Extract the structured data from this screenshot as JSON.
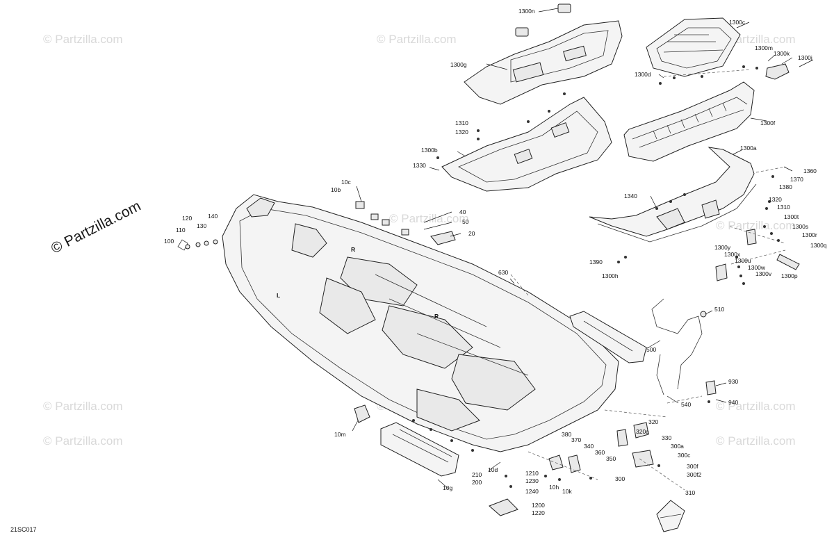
{
  "watermark": "© Partzilla.com",
  "brand_watermark": "© Partzilla.com",
  "drawing_code": "21SC017",
  "colors": {
    "line": "#222222",
    "fill": "#f4f4f4",
    "watermark": "#d9d9d9",
    "text": "#111111"
  },
  "callouts": [
    {
      "id": "1300n",
      "label": "1300n"
    },
    {
      "id": "1300c",
      "label": "1300c"
    },
    {
      "id": "1300g",
      "label": "1300g"
    },
    {
      "id": "1300m",
      "label": "1300m"
    },
    {
      "id": "1300k",
      "label": "1300k"
    },
    {
      "id": "1300j",
      "label": "1300j"
    },
    {
      "id": "1300d",
      "label": "1300d"
    },
    {
      "id": "1300f",
      "label": "1300f"
    },
    {
      "id": "1310a",
      "label": "1310"
    },
    {
      "id": "1320a",
      "label": "1320"
    },
    {
      "id": "1300b",
      "label": "1300b"
    },
    {
      "id": "1330",
      "label": "1330"
    },
    {
      "id": "1300a",
      "label": "1300a"
    },
    {
      "id": "1360",
      "label": "1360"
    },
    {
      "id": "1370",
      "label": "1370"
    },
    {
      "id": "1380",
      "label": "1380"
    },
    {
      "id": "1340",
      "label": "1340"
    },
    {
      "id": "1320b",
      "label": "1320"
    },
    {
      "id": "1310b",
      "label": "1310"
    },
    {
      "id": "1300t",
      "label": "1300t"
    },
    {
      "id": "1300s",
      "label": "1300s"
    },
    {
      "id": "1300r",
      "label": "1300r"
    },
    {
      "id": "1300q",
      "label": "1300q"
    },
    {
      "id": "1300y",
      "label": "1300y"
    },
    {
      "id": "1300x",
      "label": "1300x"
    },
    {
      "id": "1300u",
      "label": "1300u"
    },
    {
      "id": "1300w",
      "label": "1300w"
    },
    {
      "id": "1300v",
      "label": "1300v"
    },
    {
      "id": "1300p",
      "label": "1300p"
    },
    {
      "id": "1390",
      "label": "1390"
    },
    {
      "id": "1300h",
      "label": "1300h"
    },
    {
      "id": "10c",
      "label": "10c"
    },
    {
      "id": "10b",
      "label": "10b"
    },
    {
      "id": "40",
      "label": "40"
    },
    {
      "id": "50",
      "label": "50"
    },
    {
      "id": "20",
      "label": "20"
    },
    {
      "id": "120",
      "label": "120"
    },
    {
      "id": "140",
      "label": "140"
    },
    {
      "id": "130",
      "label": "130"
    },
    {
      "id": "110",
      "label": "110"
    },
    {
      "id": "100",
      "label": "100"
    },
    {
      "id": "630",
      "label": "630"
    },
    {
      "id": "510",
      "label": "510"
    },
    {
      "id": "500",
      "label": "500"
    },
    {
      "id": "540",
      "label": "540"
    },
    {
      "id": "930",
      "label": "930"
    },
    {
      "id": "940",
      "label": "940"
    },
    {
      "id": "320",
      "label": "320"
    },
    {
      "id": "320a",
      "label": "320a"
    },
    {
      "id": "330",
      "label": "330"
    },
    {
      "id": "300a",
      "label": "300a"
    },
    {
      "id": "300c",
      "label": "300c"
    },
    {
      "id": "300f",
      "label": "300f"
    },
    {
      "id": "300f2",
      "label": "300f2"
    },
    {
      "id": "300",
      "label": "300"
    },
    {
      "id": "310",
      "label": "310"
    },
    {
      "id": "380",
      "label": "380"
    },
    {
      "id": "370",
      "label": "370"
    },
    {
      "id": "340",
      "label": "340"
    },
    {
      "id": "360",
      "label": "360"
    },
    {
      "id": "350",
      "label": "350"
    },
    {
      "id": "10m",
      "label": "10m"
    },
    {
      "id": "210",
      "label": "210"
    },
    {
      "id": "200",
      "label": "200"
    },
    {
      "id": "10d",
      "label": "10d"
    },
    {
      "id": "1210",
      "label": "1210"
    },
    {
      "id": "1230",
      "label": "1230"
    },
    {
      "id": "1240",
      "label": "1240"
    },
    {
      "id": "10h",
      "label": "10h"
    },
    {
      "id": "10k",
      "label": "10k"
    },
    {
      "id": "10g",
      "label": "10g"
    },
    {
      "id": "1200",
      "label": "1200"
    },
    {
      "id": "1220",
      "label": "1220"
    }
  ]
}
